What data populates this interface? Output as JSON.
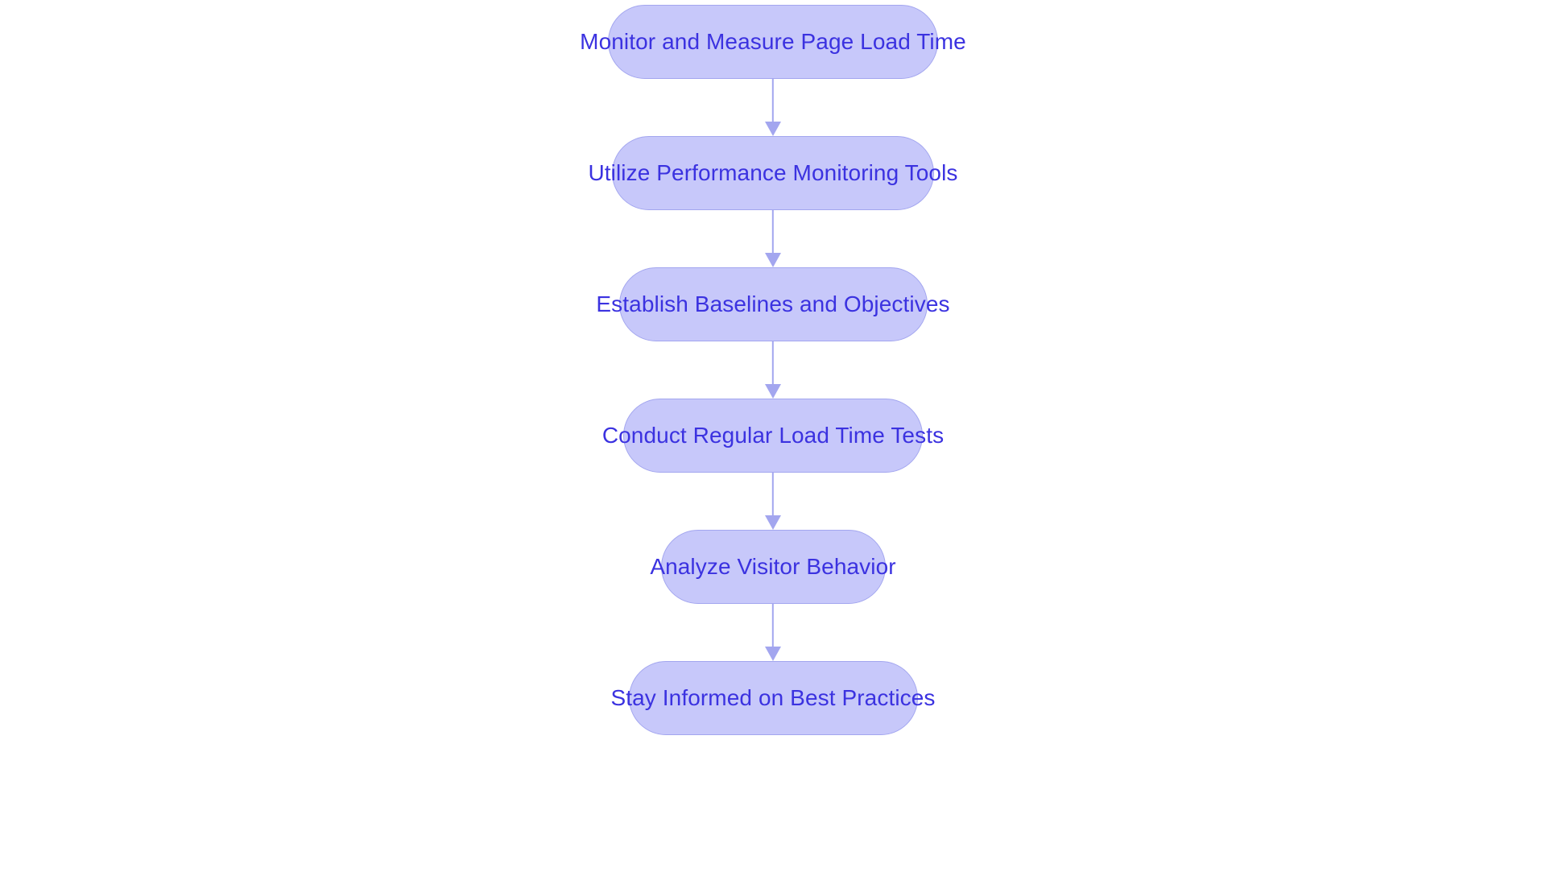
{
  "diagram": {
    "type": "flowchart",
    "orientation": "top-to-bottom",
    "title": "",
    "colors": {
      "node_fill": "#c7c8fa",
      "node_border": "#a3a6ef",
      "node_text": "#3b32e0",
      "arrow": "#a3a6ef",
      "background": "#ffffff"
    },
    "nodes": [
      {
        "id": "n0",
        "label": "Monitor and Measure Page Load Time",
        "shape": "stadium"
      },
      {
        "id": "n1",
        "label": "Utilize Performance Monitoring Tools",
        "shape": "stadium"
      },
      {
        "id": "n2",
        "label": "Establish Baselines and Objectives",
        "shape": "stadium"
      },
      {
        "id": "n3",
        "label": "Conduct Regular Load Time Tests",
        "shape": "stadium"
      },
      {
        "id": "n4",
        "label": "Analyze Visitor Behavior",
        "shape": "stadium"
      },
      {
        "id": "n5",
        "label": "Stay Informed on Best Practices",
        "shape": "stadium"
      }
    ],
    "edges": [
      {
        "from": "n0",
        "to": "n1",
        "label": "",
        "arrow": "down-arrow-icon"
      },
      {
        "from": "n1",
        "to": "n2",
        "label": "",
        "arrow": "down-arrow-icon"
      },
      {
        "from": "n2",
        "to": "n3",
        "label": "",
        "arrow": "down-arrow-icon"
      },
      {
        "from": "n3",
        "to": "n4",
        "label": "",
        "arrow": "down-arrow-icon"
      },
      {
        "from": "n4",
        "to": "n5",
        "label": "",
        "arrow": "down-arrow-icon"
      }
    ]
  }
}
